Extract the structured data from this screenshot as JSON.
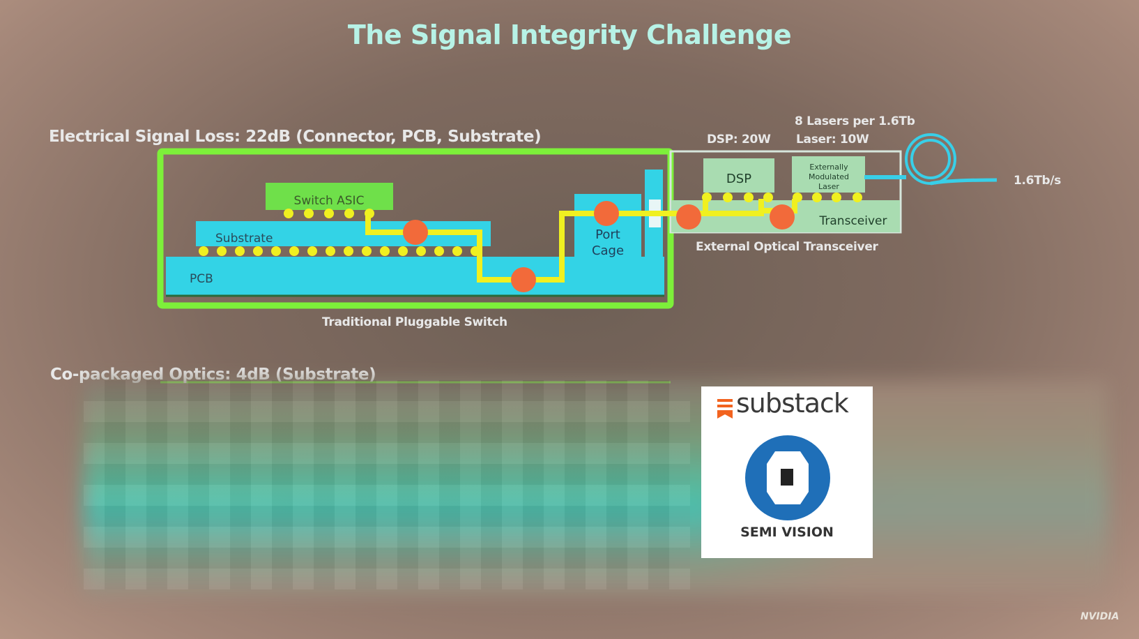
{
  "title": "The Signal Integrity Challenge",
  "electrical_heading": "Electrical Signal Loss: 22dB (Connector, PCB, Substrate)",
  "cpo_heading": "Co-packaged Optics: 4dB (Substrate)",
  "switch": {
    "caption": "Traditional Pluggable Switch",
    "asic_label": "Switch ASIC",
    "substrate_label": "Substrate",
    "pcb_label": "PCB",
    "port_cage_line1": "Port",
    "port_cage_line2": "Cage"
  },
  "transceiver": {
    "caption": "External Optical Transceiver",
    "dsp_label": "DSP",
    "laser_label_line1": "Externally",
    "laser_label_line2": "Modulated",
    "laser_label_line3": "Laser",
    "box_label": "Transceiver",
    "dsp_power": "DSP: 20W",
    "lasers_line1": "8 Lasers per 1.6Tb",
    "lasers_line2": "Laser: 10W",
    "rate": "1.6Tb/s"
  },
  "watermark": {
    "brand": "substack",
    "name": "SEMI VISION"
  },
  "logo": "NVIDIA",
  "colors": {
    "title": "#b7f2e6",
    "green_frame": "#7df03a",
    "asic": "#6fe04a",
    "cyan": "#33d3e6",
    "signal": "#f0f020",
    "loss_dot": "#f26a3a",
    "fiber": "#38cfe8",
    "watermark_blue": "#1f6fb8",
    "watermark_orange": "#f2631f"
  }
}
